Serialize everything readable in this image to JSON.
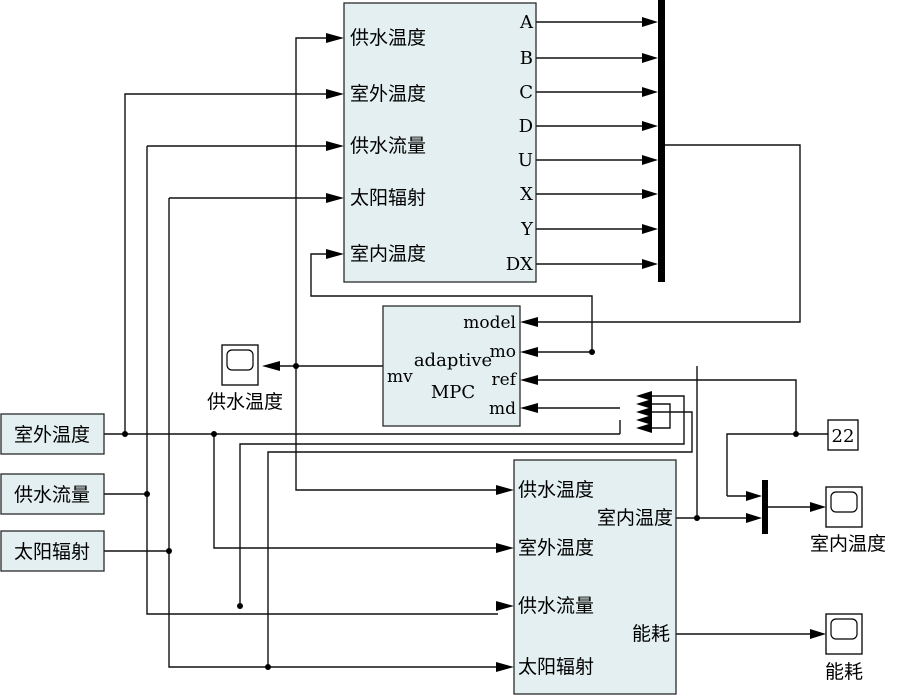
{
  "blocks": {
    "plant_top": {
      "inputs": [
        "供水温度",
        "室外温度",
        "供水流量",
        "太阳辐射",
        "室内温度"
      ],
      "outputs": [
        "A",
        "B",
        "C",
        "D",
        "U",
        "X",
        "Y",
        "DX"
      ]
    },
    "mpc": {
      "title_line1": "adaptive",
      "title_line2": "MPC",
      "output": "mv",
      "inputs": [
        "model",
        "mo",
        "ref",
        "md"
      ]
    },
    "plant_bottom": {
      "inputs": [
        "供水温度",
        "室外温度",
        "供水流量",
        "太阳辐射"
      ],
      "outputs": [
        "室内温度",
        "能耗"
      ]
    },
    "sources": [
      "室外温度",
      "供水流量",
      "太阳辐射"
    ],
    "constant": "22",
    "scopes": [
      "供水温度",
      "室内温度",
      "能耗"
    ]
  },
  "colors": {
    "block_fill": "#e3eff0",
    "line": "#111111"
  },
  "icons": [
    "scope-icon",
    "mux-bar"
  ]
}
